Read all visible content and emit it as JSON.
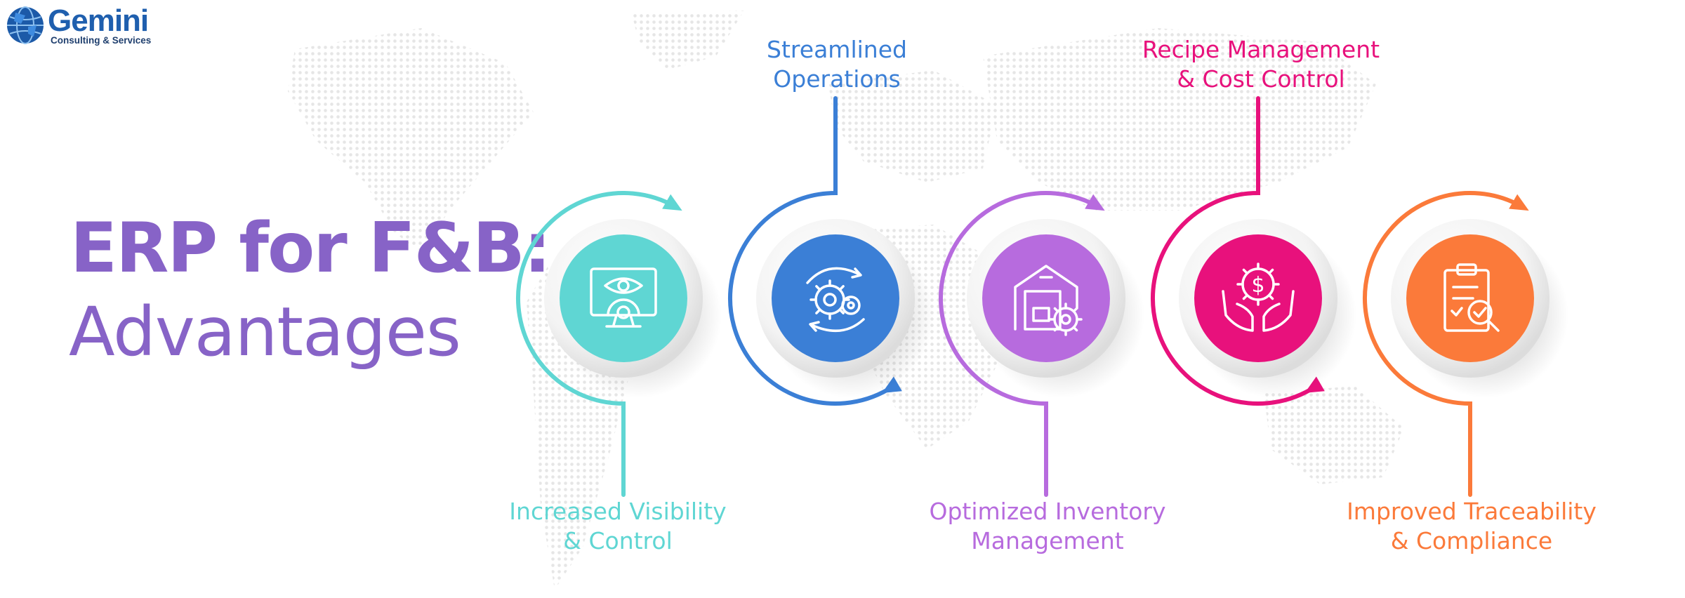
{
  "brand": {
    "name": "Gemini",
    "tagline": "Consulting & Services"
  },
  "title": {
    "line1": "ERP for F&B:",
    "line2": "Advantages"
  },
  "steps": [
    {
      "line1": "Increased Visibility",
      "line2": "& Control",
      "color": "#5fd6d3",
      "icon": "monitor-eye-gear-icon"
    },
    {
      "line1": "Streamlined",
      "line2": "Operations",
      "color": "#3b7fd6",
      "icon": "gears-cycle-icon"
    },
    {
      "line1": "Optimized Inventory",
      "line2": "Management",
      "color": "#b76bde",
      "icon": "warehouse-gear-icon"
    },
    {
      "line1": "Recipe Management",
      "line2": "& Cost Control",
      "color": "#e8117c",
      "icon": "hands-money-gear-icon"
    },
    {
      "line1": "Improved Traceability",
      "line2": "& Compliance",
      "color": "#fb7a3a",
      "icon": "clipboard-check-icon"
    }
  ]
}
